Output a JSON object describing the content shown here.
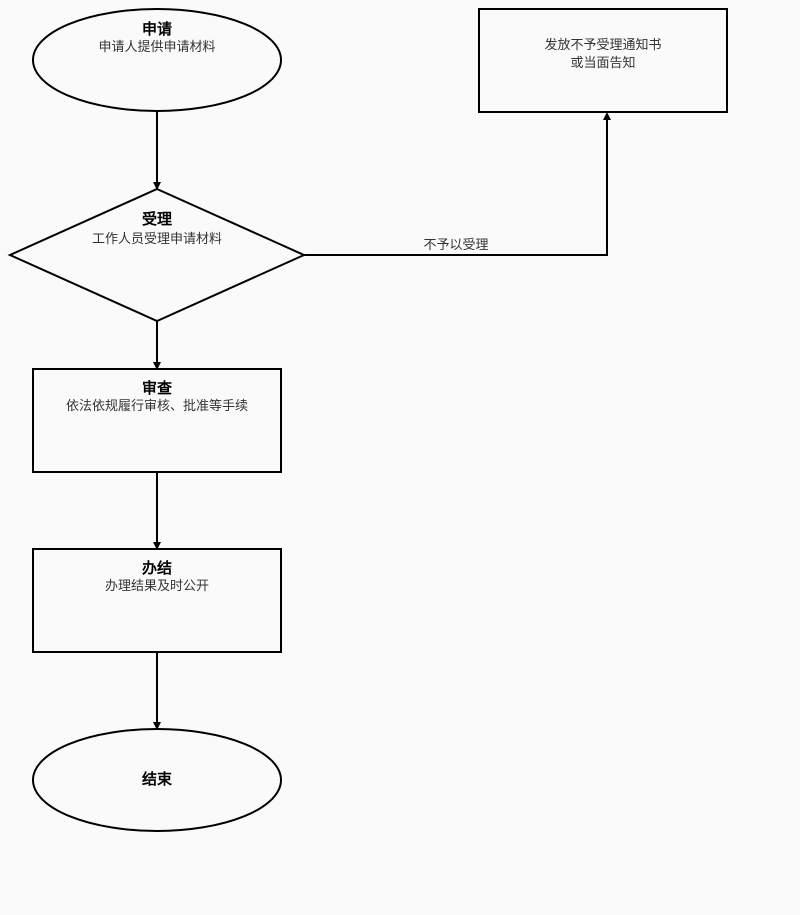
{
  "nodes": {
    "apply": {
      "title": "申请",
      "subtitle": "申请人提供申请材料"
    },
    "accept": {
      "title": "受理",
      "subtitle": "工作人员受理申请材料"
    },
    "reject": {
      "line1": "发放不予受理通知书",
      "line2": "或当面告知"
    },
    "review": {
      "title": "审查",
      "subtitle": "依法依规履行审核、批准等手续"
    },
    "complete": {
      "title": "办结",
      "subtitle": "办理结果及时公开"
    },
    "end": {
      "title": "结束"
    }
  },
  "edges": {
    "reject_label": "不予以受理"
  }
}
